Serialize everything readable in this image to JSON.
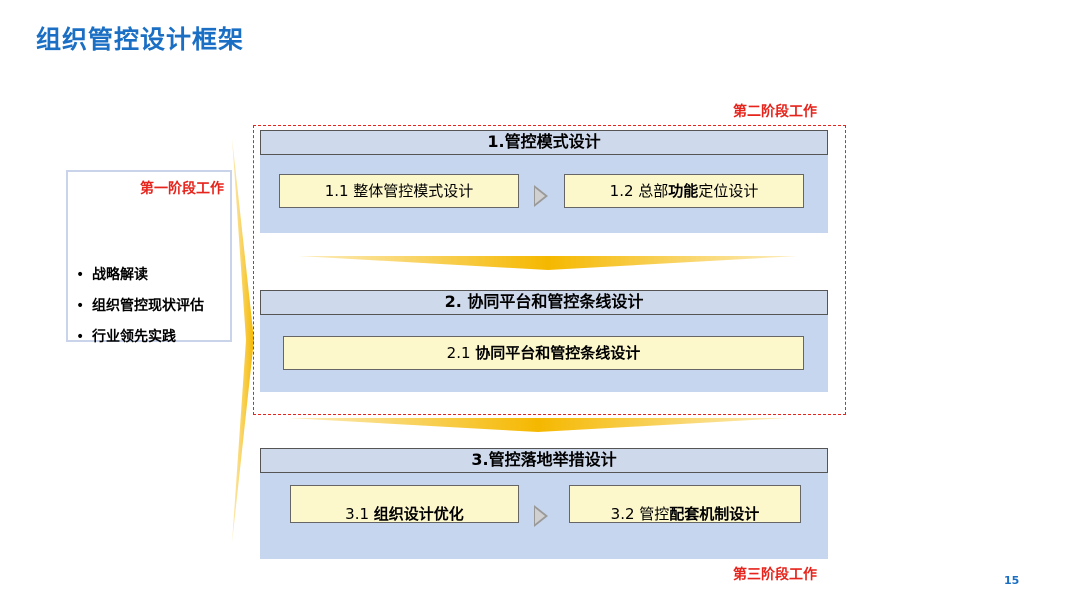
{
  "title": "组织管控设计框架",
  "stage1": {
    "label": "第一阶段工作",
    "bullets": [
      "战略解读",
      "组织管控现状评估",
      "行业领先实践"
    ]
  },
  "stage2_label": "第二阶段工作",
  "stage3_label": "第三阶段工作",
  "section1": {
    "header": "1.管控模式设计",
    "box1": "1.1 整体管控模式设计",
    "box2_prefix": "1.2 总部",
    "box2_bold": "功能",
    "box2_suffix": "定位设计"
  },
  "section2": {
    "header": "2. 协同平台和管控条线设计",
    "box1_prefix": "2.1 ",
    "box1_bold": "协同平台和管控条线设计"
  },
  "section3": {
    "header": "3.管控落地举措设计",
    "box1_prefix": "3.1 ",
    "box1_bold": "组织设计优化",
    "box2_prefix": "3.2 管控",
    "box2_bold": "配套机制设计"
  },
  "page_number": "15",
  "colors": {
    "title": "#1a6fc4",
    "stage_label": "#e6241c",
    "section_bg": "#c6d6ee",
    "box_fill": "#fdf7cc",
    "arrow": "#f5b800"
  }
}
